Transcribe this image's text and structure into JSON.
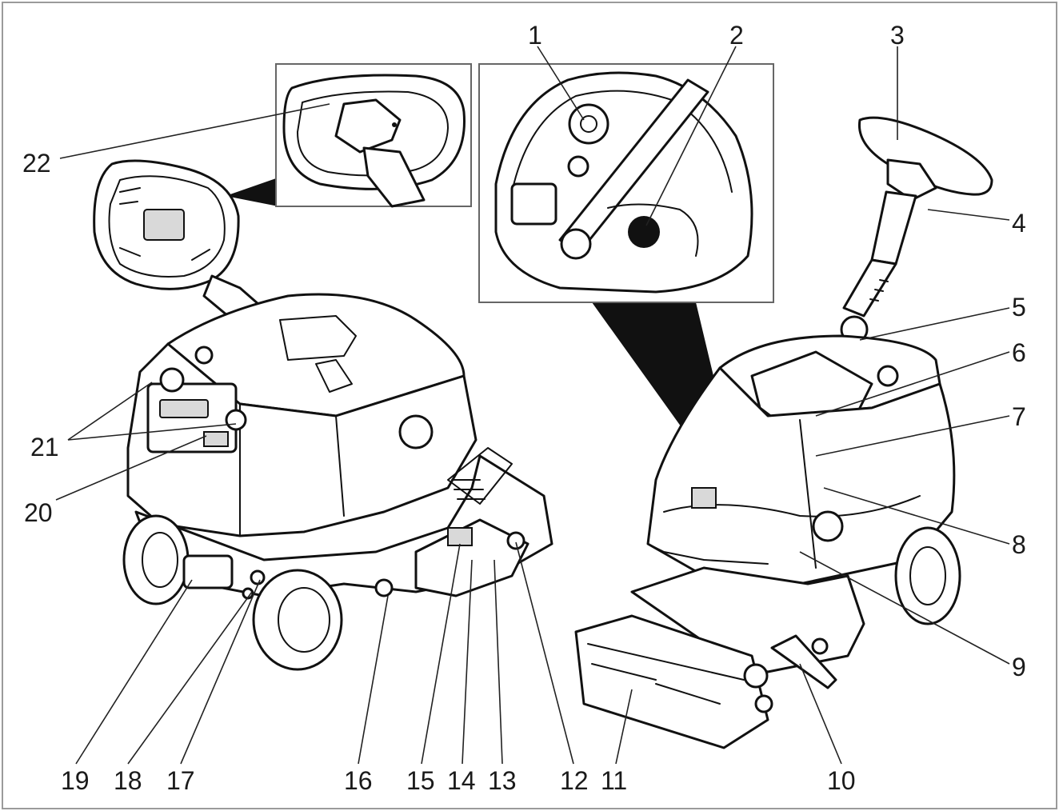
{
  "figure": {
    "callouts": [
      {
        "id": "c1",
        "label": "1"
      },
      {
        "id": "c2",
        "label": "2"
      },
      {
        "id": "c3",
        "label": "3"
      },
      {
        "id": "c4",
        "label": "4"
      },
      {
        "id": "c5",
        "label": "5"
      },
      {
        "id": "c6",
        "label": "6"
      },
      {
        "id": "c7",
        "label": "7"
      },
      {
        "id": "c8",
        "label": "8"
      },
      {
        "id": "c9",
        "label": "9"
      },
      {
        "id": "c10",
        "label": "10"
      },
      {
        "id": "c11",
        "label": "11"
      },
      {
        "id": "c12",
        "label": "12"
      },
      {
        "id": "c13",
        "label": "13"
      },
      {
        "id": "c14",
        "label": "14"
      },
      {
        "id": "c15",
        "label": "15"
      },
      {
        "id": "c16",
        "label": "16"
      },
      {
        "id": "c17",
        "label": "17"
      },
      {
        "id": "c18",
        "label": "18"
      },
      {
        "id": "c19",
        "label": "19"
      },
      {
        "id": "c20",
        "label": "20"
      },
      {
        "id": "c21",
        "label": "21"
      },
      {
        "id": "c22",
        "label": "22"
      }
    ]
  }
}
